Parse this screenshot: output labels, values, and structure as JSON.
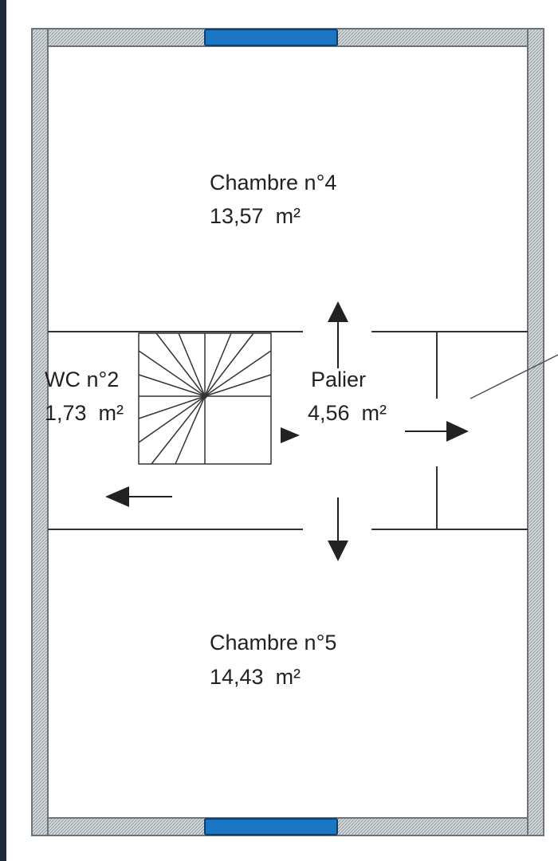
{
  "rooms": [
    {
      "id": "chambre-4",
      "name": "Chambre n°4",
      "area": "13,57  m²"
    },
    {
      "id": "wc-2",
      "name": "WC n°2",
      "area": "1,73  m²"
    },
    {
      "id": "palier",
      "name": "Palier",
      "area": "4,56  m²"
    },
    {
      "id": "chambre-5",
      "name": "Chambre n°5",
      "area": "14,43  m²"
    }
  ],
  "colors": {
    "wall_fill": "#c9cfd3",
    "wall_stroke": "#6c7479",
    "window": "#1b76c4",
    "line": "#333333",
    "left_band": "#1d2a3a"
  },
  "icons": {
    "arrows": [
      "arrow-up-icon",
      "arrow-down-icon",
      "arrow-right-icon",
      "arrow-left-icon"
    ],
    "stairs": "stair-icon"
  }
}
